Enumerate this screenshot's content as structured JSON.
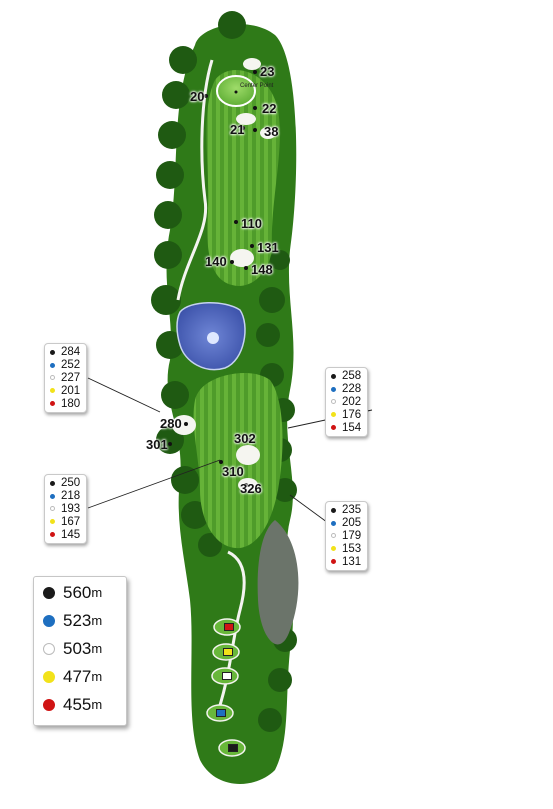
{
  "colors": {
    "black": "#1a1a1a",
    "blue": "#1e6fc0",
    "white": "#ffffff",
    "yellow": "#f2e21a",
    "red": "#d01414"
  },
  "green_label": "Center Point",
  "yardage_markers": [
    "23",
    "20",
    "22",
    "21",
    "38",
    "110",
    "131",
    "140",
    "148",
    "280",
    "301",
    "302",
    "310",
    "326"
  ],
  "distance_boxes": [
    {
      "values": [
        "284",
        "252",
        "227",
        "201",
        "180"
      ]
    },
    {
      "values": [
        "258",
        "228",
        "202",
        "176",
        "154"
      ]
    },
    {
      "values": [
        "250",
        "218",
        "193",
        "167",
        "145"
      ]
    },
    {
      "values": [
        "235",
        "205",
        "179",
        "153",
        "131"
      ]
    }
  ],
  "dot_colors": [
    "black",
    "blue",
    "white",
    "yellow",
    "red"
  ],
  "legend": [
    {
      "color": "black",
      "value": "560",
      "unit": "m"
    },
    {
      "color": "blue",
      "value": "523",
      "unit": "m"
    },
    {
      "color": "white",
      "value": "503",
      "unit": "m"
    },
    {
      "color": "yellow",
      "value": "477",
      "unit": "m"
    },
    {
      "color": "red",
      "value": "455",
      "unit": "m"
    }
  ],
  "tee_markers": [
    "red",
    "yellow",
    "white",
    "blue",
    "black"
  ]
}
